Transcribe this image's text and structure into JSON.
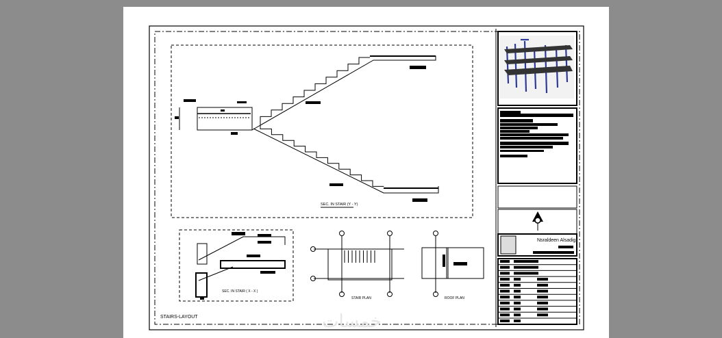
{
  "sheet": {
    "drawing_title": "STAIRS-LAYOUT",
    "designer_name": "Nsraldeen Alsadig",
    "watermark": "خمسات"
  },
  "views": {
    "section_yy": "SEC. IN STAIR (Y - Y)",
    "section_xx": "SEC. IN STAIR ( X - X )",
    "stair_plan": "STAIR PLAN",
    "roof_plan": "ROOF PLAN"
  },
  "colors": {
    "background": "#8c8c8c",
    "sheet": "#ffffff",
    "frame_blue": "#2b3a9a"
  }
}
